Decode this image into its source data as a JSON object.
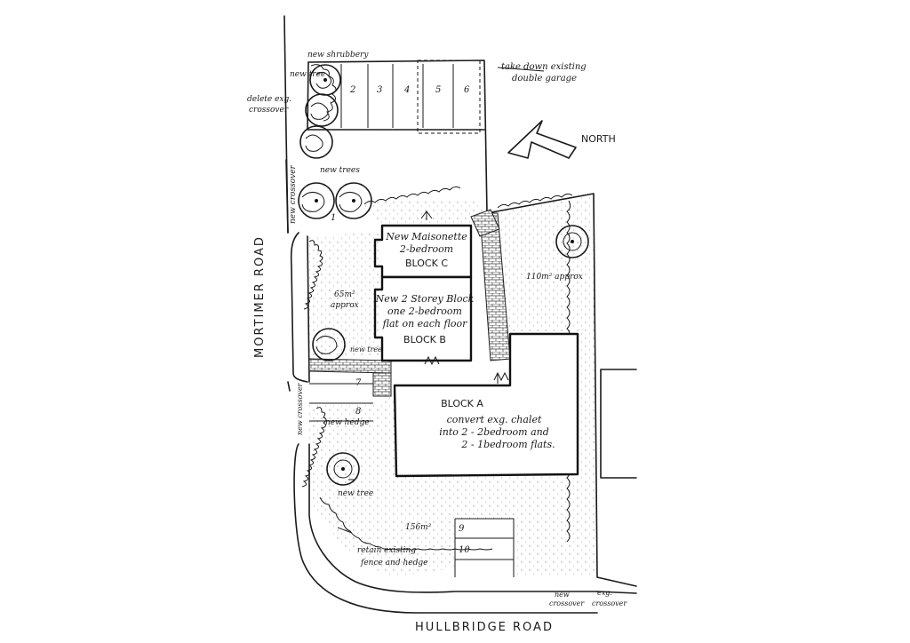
{
  "roads": {
    "left": "MORTIMER ROAD",
    "bottom": "HULLBRIDGE ROAD"
  },
  "north": "NORTH",
  "blocks": {
    "c": {
      "line1": "New Maisonette",
      "line2": "2-bedroom",
      "name": "BLOCK C"
    },
    "b": {
      "line1": "New 2 Storey Block",
      "line2": "one 2-bedroom",
      "line3": "flat on each floor",
      "name": "BLOCK B"
    },
    "a": {
      "name": "BLOCK A",
      "line1": "convert exg. chalet",
      "line2": "into 2 - 2bedroom and",
      "line3": "2 - 1bedroom flats."
    }
  },
  "areas": {
    "left": "65m²",
    "left_approx": "approx",
    "right": "110m² approx",
    "bottom": "156m²"
  },
  "notes": {
    "new_shrubbery": "new shrubbery",
    "new_tree_top": "new tree",
    "delete_crossover_1": "delete exg.",
    "delete_crossover_2": "crossover",
    "take_down_1": "take down existing",
    "take_down_2": "double garage",
    "new_trees": "new trees",
    "new_crossover_left": "new crossover",
    "new_tree_mid": "new tree",
    "new_crossover_mid": "new crossover",
    "new_hedge": "new hedge",
    "new_tree_bottom": "new tree",
    "retain_1": "retain existing",
    "retain_2": "fence and hedge",
    "new_crossover_bottom_1": "new",
    "new_crossover_bottom_2": "crossover",
    "exg_crossover_1": "exg.",
    "exg_crossover_2": "crossover"
  },
  "parking": [
    "1",
    "2",
    "3",
    "4",
    "5",
    "6",
    "7",
    "8",
    "9",
    "10"
  ]
}
